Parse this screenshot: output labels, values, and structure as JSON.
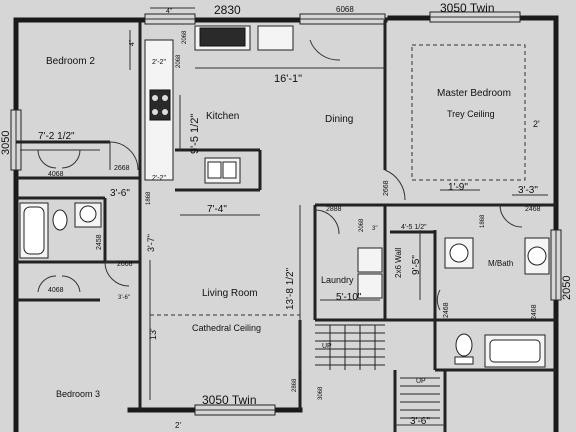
{
  "rooms": {
    "bedroom2": "Bedroom  2",
    "kitchen": "Kitchen",
    "dining": "Dining",
    "master_line1": "Master Bedroom",
    "master_line2": "Trey Ceiling",
    "living": "Living Room",
    "cathedral": "Cathedral Ceiling",
    "laundry": "Laundry",
    "mbath": "M/Bath",
    "bedroom3": "Bedroom  3",
    "wall_note": "2x6 Wall"
  },
  "windows": {
    "top_left": "2830",
    "top_mid": "6068",
    "top_right": "3050 Twin",
    "left_side": "3050",
    "right_side": "2050",
    "bottom": "3050 Twin",
    "bottom_small": "3068"
  },
  "dimensions": {
    "d_4": "4\"",
    "d_16_1": "16'-1\"",
    "d_9_5": "9'-5 1/2\"",
    "d_7_2": "7'-2 1/2\"",
    "d_3_6a": "3'-6\"",
    "d_7_4": "7'-4\"",
    "d_3_7": "3'-7\"",
    "d_13_8": "13'-8 1/2\"",
    "d_13": "13'",
    "d_2_top": "2'",
    "d_1_9": "1'-9\"",
    "d_3_3": "3'-3\"",
    "d_4_5": "4'-5 1/2\"",
    "d_9_5b": "9'-5\"",
    "d_5_10": "5'-10\"",
    "d_3_6b": "3'-6\"",
    "d_3_6c": "3'-6\"",
    "d_2_2": "2'-2\"",
    "d_2_2b": "2'-2\"",
    "d_4b": "4\"",
    "d_3": "3\"",
    "d_2": "2'"
  },
  "doors": {
    "d4068a": "4068",
    "d4068b": "4068",
    "d2668a": "2668",
    "d2668b": "2668",
    "d2668c": "2668",
    "d2458": "2458",
    "d2888": "2888",
    "d2068": "2068",
    "d2468a": "2468",
    "d2468b": "2468",
    "d2468c": "2468",
    "d1868": "1868",
    "d1868b": "1868",
    "d2068b": "2068",
    "d2068c": "2068",
    "d2868": "2868"
  },
  "stairs": {
    "up1": "UP",
    "up2": "UP"
  },
  "colors": {
    "background": "#d9d9d9",
    "wall": "#1a1a1a"
  }
}
